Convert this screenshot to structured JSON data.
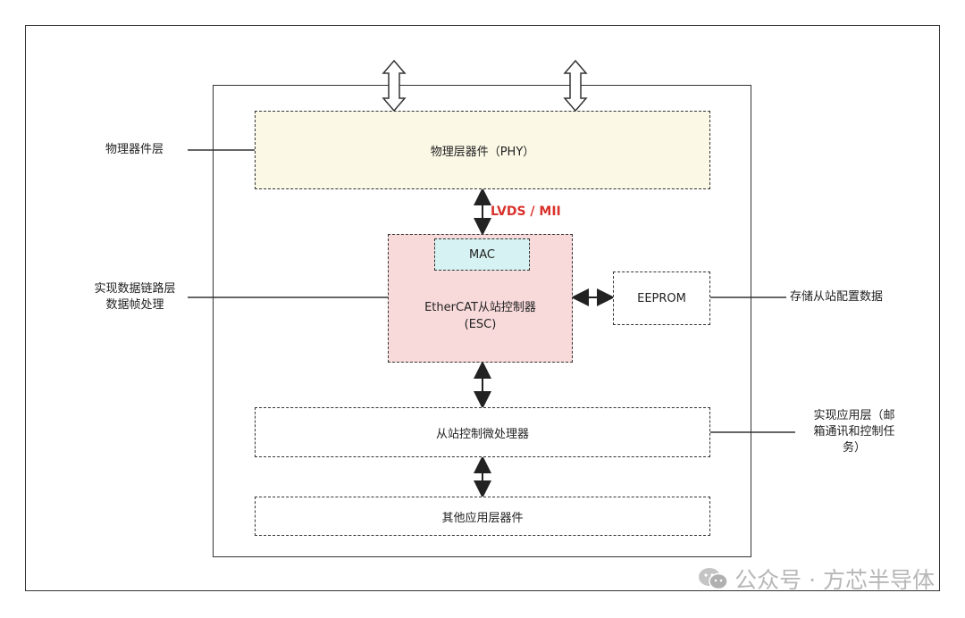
{
  "layers": {
    "physical_device_layer": "物理器件层",
    "data_link_layer_lines": [
      "实现数据链路层",
      "数据帧处理"
    ],
    "application_layer_lines": [
      "实现应用层（邮",
      "箱通讯和控制任",
      "务）"
    ],
    "eeprom_note": "存储从站配置数据"
  },
  "blocks": {
    "phy": "物理层器件（PHY）",
    "mac": "MAC",
    "esc_line1": "EtherCAT从站控制器",
    "esc_line2": "(ESC)",
    "eeprom": "EEPROM",
    "mcu": "从站控制微处理器",
    "other": "其他应用层器件"
  },
  "link_label": "LVDS / MII",
  "watermark": "公众号 · 方芯半导体",
  "colors": {
    "phy_fill": "#fbf8e6",
    "esc_fill": "#f9dadb",
    "mac_fill": "#d6f2f2",
    "link_label": "#d9322c"
  }
}
